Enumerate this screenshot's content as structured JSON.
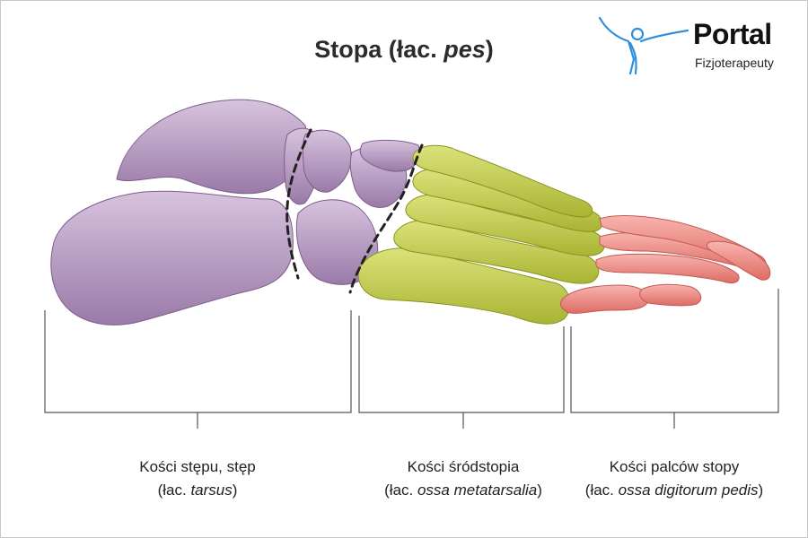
{
  "title": {
    "main": "Stopa (łac. ",
    "latin": "pes",
    "close": ")"
  },
  "logo": {
    "name": "Portal",
    "subtitle": "Fizjoterapeuty"
  },
  "sections": [
    {
      "label": "Kości stępu, stęp",
      "latin_prefix": "(łac. ",
      "latin": "tarsus",
      "latin_suffix": ")"
    },
    {
      "label": "Kości śródstopia",
      "latin_prefix": "(łac. ",
      "latin": "ossa metatarsalia",
      "latin_suffix": ")"
    },
    {
      "label": "Kości palców stopy",
      "latin_prefix": "(łac. ",
      "latin": "ossa digitorum pedis",
      "latin_suffix": ")"
    }
  ],
  "colors": {
    "tarsus": "#b89cc4",
    "tarsus_shade": "#8f6fa0",
    "metatarsus": "#c4cf4a",
    "metatarsus_shade": "#97a22a",
    "phalanges": "#f0908a",
    "phalanges_shade": "#d4665f",
    "logo_figure": "#2f8fdc"
  },
  "icons": {
    "logo": "stretching-person-icon"
  }
}
